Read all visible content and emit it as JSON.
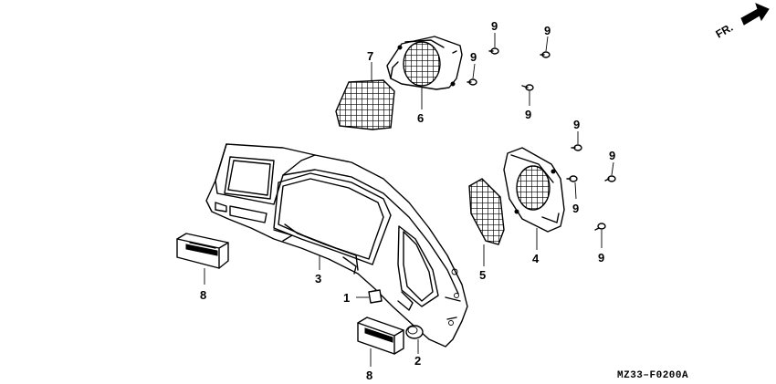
{
  "diagram": {
    "code": "MZ33–F0200A",
    "front_marker": "FR.",
    "labels": {
      "l1": "1",
      "l2": "2",
      "l3": "3",
      "l4": "4",
      "l5": "5",
      "l6": "6",
      "l7": "7",
      "l8a": "8",
      "l8b": "8",
      "l9a": "9",
      "l9b": "9",
      "l9c": "9",
      "l9d": "9",
      "l9e": "9",
      "l9f": "9",
      "l9g": "9",
      "l9h": "9"
    }
  }
}
